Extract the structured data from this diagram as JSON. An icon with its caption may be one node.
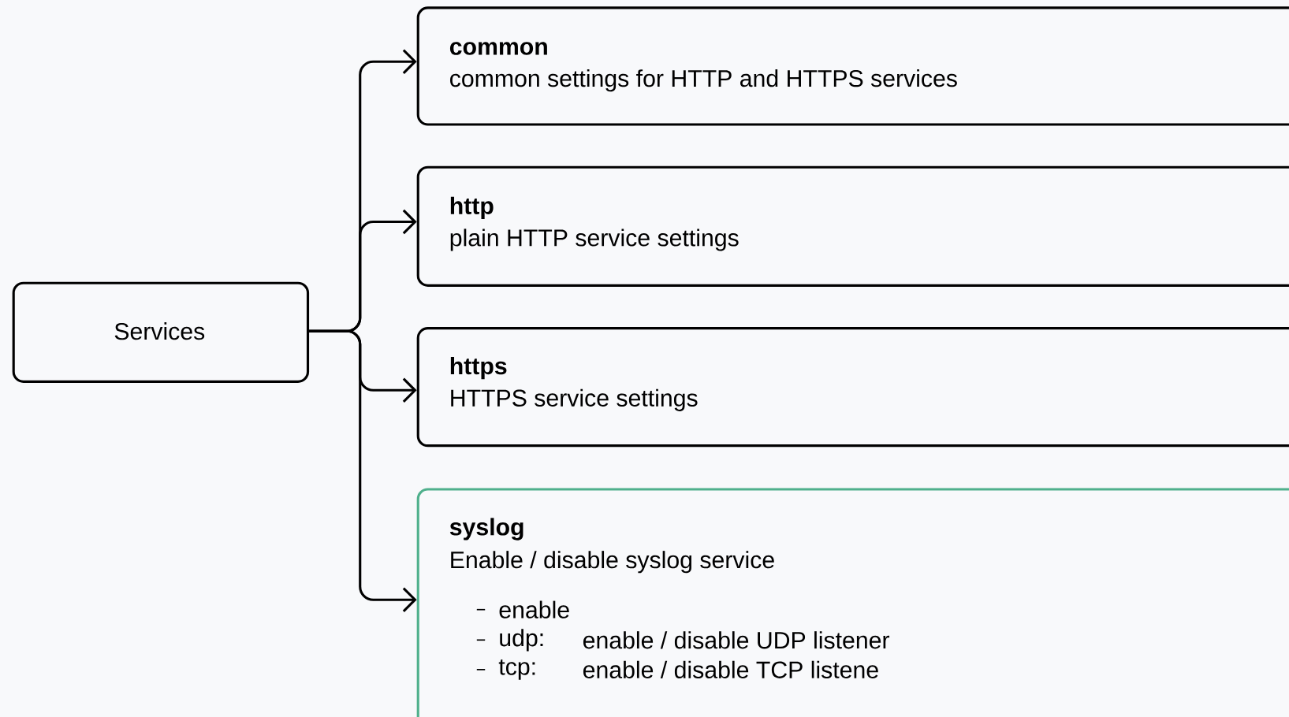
{
  "diagram": {
    "nodes": [
      {
        "text": [
          "Services"
        ]
      },
      {
        "text": [
          "common",
          "common settings for HTTP and HTTPS services"
        ]
      },
      {
        "text": [
          "http",
          "plain HTTP service settings"
        ]
      },
      {
        "text": [
          "https",
          "HTTPS service settings"
        ]
      },
      {
        "text": [
          "syslog",
          "Enable / disable syslog service",
          "enable",
          "udp:",
          "enable / disable UDP listener",
          "tcp:",
          "enable / disable TCP listene"
        ]
      }
    ],
    "edges": [
      {
        "from": 0,
        "to": 1,
        "arrow": "to"
      },
      {
        "from": 0,
        "to": 2,
        "arrow": "to"
      },
      {
        "from": 0,
        "to": 3,
        "arrow": "to"
      },
      {
        "from": 0,
        "to": 4,
        "arrow": "to"
      }
    ]
  }
}
